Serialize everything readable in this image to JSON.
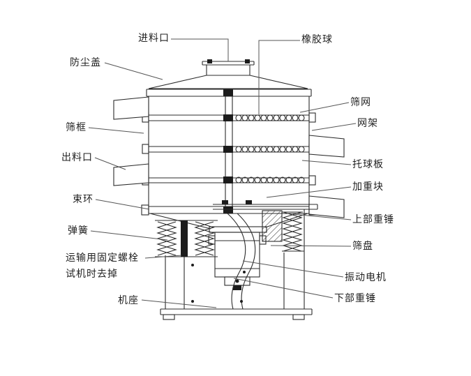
{
  "colors": {
    "background": "#ffffff",
    "line": "#2b2b2b",
    "leader": "#555555",
    "text": "#222222"
  },
  "labels": {
    "feed_inlet": "进料口",
    "rubber_ball": "橡胶球",
    "dust_cover": "防尘盖",
    "screen_mesh": "筛网",
    "mesh_frame": "网架",
    "sieve_frame": "筛框",
    "discharge_outlet": "出料口",
    "ball_support_plate": "托球板",
    "weight_block": "加重块",
    "clamp_ring": "束环",
    "upper_weight_hammer": "上部重锤",
    "spring": "弹簧",
    "sieve_pan": "筛盘",
    "transport_note_line1": "运输用固定螺栓",
    "transport_note_line2": "试机时去掉",
    "vibration_motor": "振动电机",
    "lower_weight_hammer": "下部重锤",
    "machine_base": "机座"
  }
}
